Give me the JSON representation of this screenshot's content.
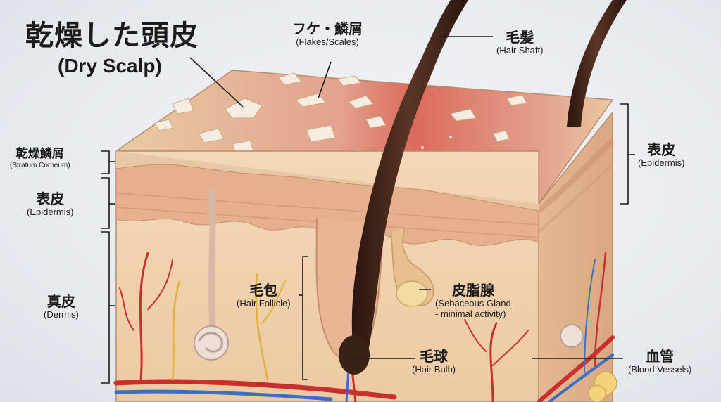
{
  "title": {
    "jp": "乾燥した頭皮",
    "en": "(Dry Scalp)"
  },
  "labels": {
    "flakes": {
      "jp": "フケ・鱗屑",
      "en": "(Flakes/Scales)"
    },
    "hair_shaft": {
      "jp": "毛髪",
      "en": "(Hair Shaft)"
    },
    "stratum": {
      "jp": "乾燥鱗屑",
      "en": "(Stratum Corneum)"
    },
    "epidermis_left": {
      "jp": "表皮",
      "en": "(Epidermis)"
    },
    "dermis": {
      "jp": "真皮",
      "en": "(Dermis)"
    },
    "follicle": {
      "jp": "毛包",
      "en": "(Hair Follicle)"
    },
    "sebaceous": {
      "jp": "皮脂腺",
      "en": "(Sebaceous Gland",
      "en2": "- minimal activity)"
    },
    "bulb": {
      "jp": "毛球",
      "en": "(Hair Bulb)"
    },
    "epidermis_right": {
      "jp": "表皮",
      "en": "(Epidermis)"
    },
    "vessels": {
      "jp": "血管",
      "en": "(Blood Vessels)"
    }
  },
  "colors": {
    "skin": "#f0d2ae",
    "redness": "#e0584f",
    "hair": "#3b2218",
    "vessel_red": "#c9302c",
    "vessel_blue": "#3a6fc4"
  }
}
